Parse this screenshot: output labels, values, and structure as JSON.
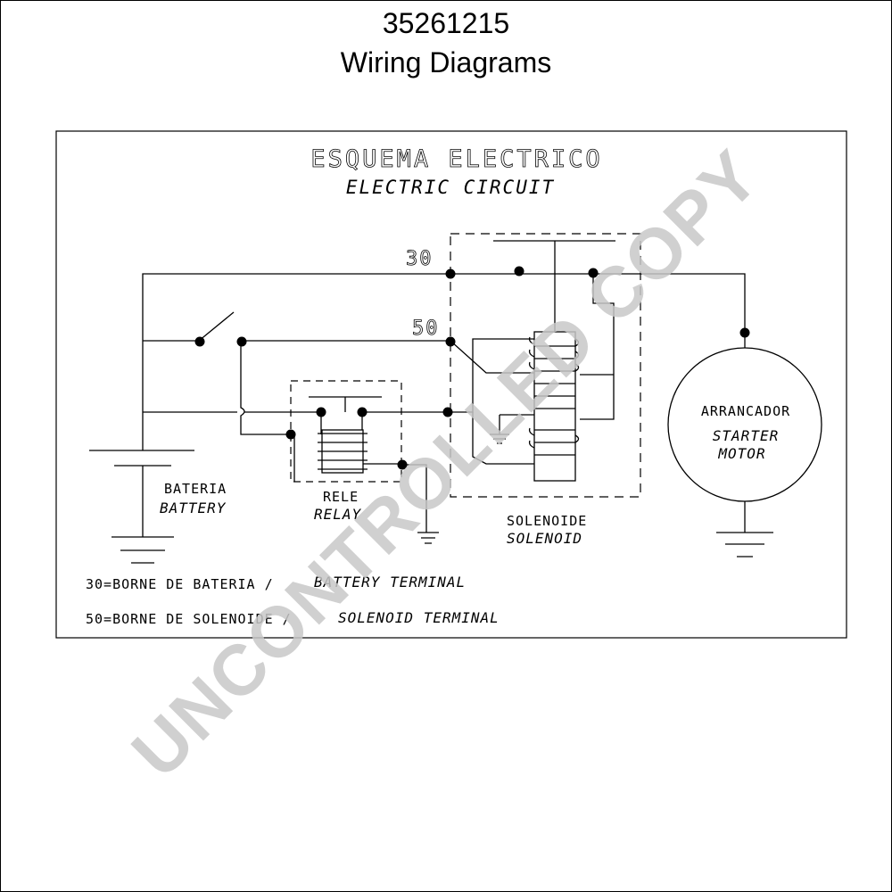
{
  "header": {
    "part_number": "35261215",
    "subtitle": "Wiring Diagrams"
  },
  "diagram": {
    "title_es": "ESQUEMA ELECTRICO",
    "title_en": "ELECTRIC CIRCUIT",
    "terminal_30": "30",
    "terminal_50": "50",
    "battery_es": "BATERIA",
    "battery_en": "BATTERY",
    "relay_es": "RELE",
    "relay_en": "RELAY",
    "solenoid_es": "SOLENOIDE",
    "solenoid_en": "SOLENOID",
    "motor_es": "ARRANCADOR",
    "motor_en_1": "STARTER",
    "motor_en_2": "MOTOR",
    "legend_30_es": "30=BORNE DE BATERIA /",
    "legend_30_en": "BATTERY TERMINAL",
    "legend_50_es": "50=BORNE DE SOLENOIDE /",
    "legend_50_en": "SOLENOID TERMINAL"
  },
  "watermark": "UNCONTROLLED COPY"
}
